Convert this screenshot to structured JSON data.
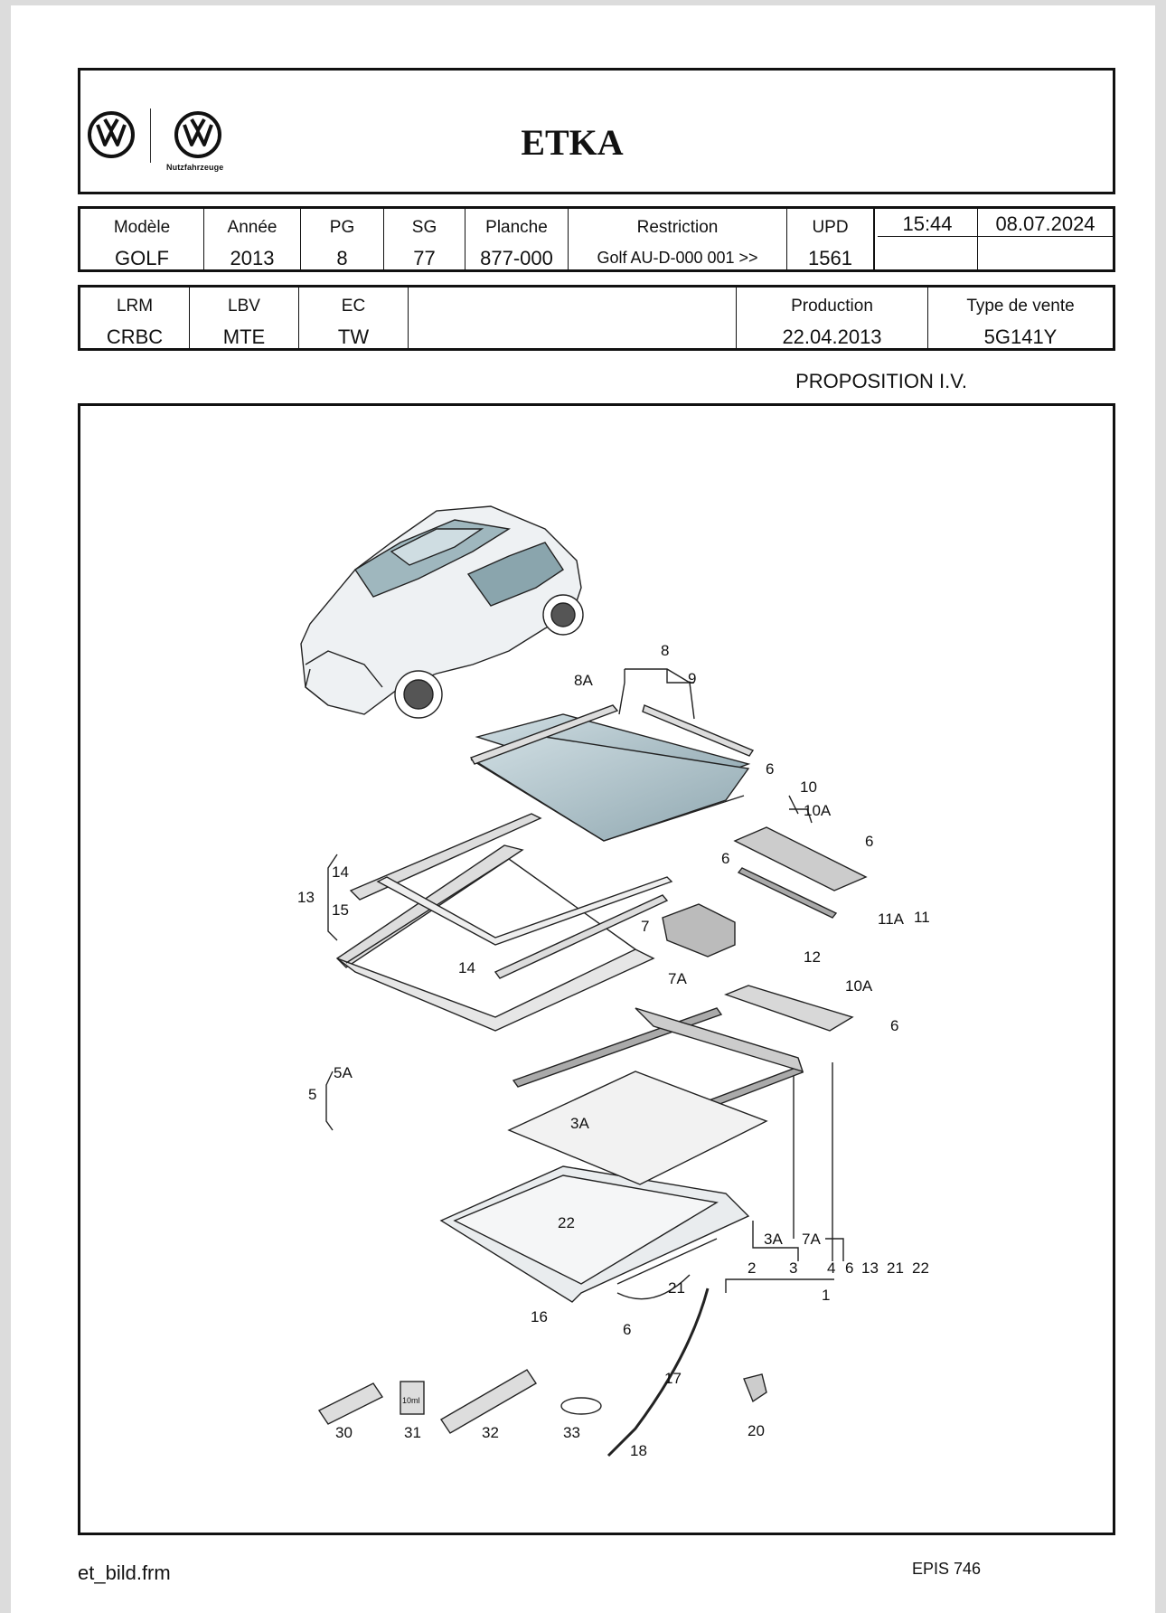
{
  "header": {
    "brand_sub": "Nutzfahrzeuge",
    "title": "ETKA"
  },
  "row1": {
    "modele_label": "Modèle",
    "modele_value": "GOLF",
    "annee_label": "Année",
    "annee_value": "2013",
    "pg_label": "PG",
    "pg_value": "8",
    "sg_label": "SG",
    "sg_value": "77",
    "planche_label": "Planche",
    "planche_value": "877-000",
    "restriction_label": "Restriction",
    "restriction_value": "Golf AU-D-000 001 >>",
    "upd_label": "UPD",
    "upd_value": "1561",
    "time": "15:44",
    "date": "08.07.2024"
  },
  "row2": {
    "lrm_label": "LRM",
    "lrm_value": "CRBC",
    "lbv_label": "LBV",
    "lbv_value": "MTE",
    "ec_label": "EC",
    "ec_value": "TW",
    "production_label": "Production",
    "production_value": "22.04.2013",
    "type_label": "Type de vente",
    "type_value": "5G141Y"
  },
  "proposition": "PROPOSITION I.V.",
  "diagram_labels": {
    "l8": "8",
    "l8a": "8A",
    "l9": "9",
    "l6a": "6",
    "l10": "10",
    "l10a": "10A",
    "l6b": "6",
    "l6c": "6",
    "l11": "11",
    "l11a": "11A",
    "l7": "7",
    "l12": "12",
    "l10a2": "10A",
    "l7a": "7A",
    "l6d": "6",
    "l13": "13",
    "l14a": "14",
    "l15": "15",
    "l14b": "14",
    "l5": "5",
    "l5a": "5A",
    "l3a": "3A",
    "l22": "22",
    "l2": "2",
    "l3": "3",
    "l3a2": "3A",
    "l7a2": "7A",
    "l4": "4",
    "l1": "1",
    "l6e": "6",
    "l13b": "13",
    "l21b": "21",
    "l22b": "22",
    "l21": "21",
    "l16": "16",
    "l6f": "6",
    "l17": "17",
    "l18": "18",
    "l30": "30",
    "l31": "31",
    "l32": "32",
    "l33": "33",
    "l20": "20",
    "bottle": "10ml"
  },
  "footer": {
    "left": "et_bild.frm",
    "right": "EPIS 746"
  }
}
